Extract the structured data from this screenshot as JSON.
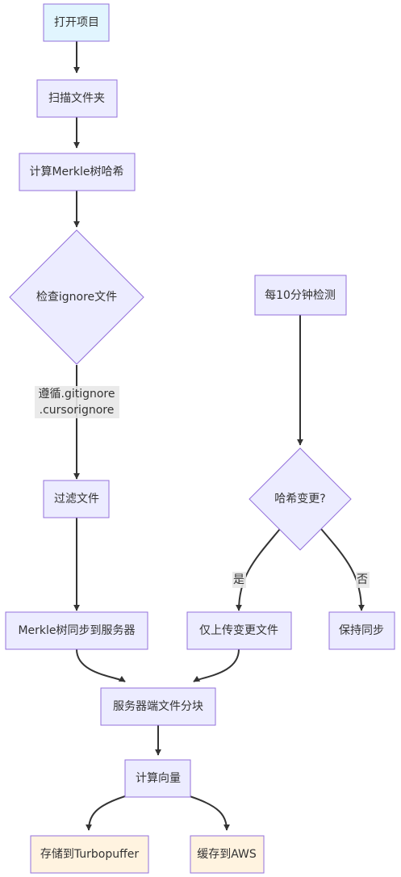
{
  "nodes": {
    "open_project": {
      "label": "打开项目"
    },
    "scan_folder": {
      "label": "扫描文件夹"
    },
    "compute_merkle": {
      "label": "计算Merkle树哈希"
    },
    "check_ignore": {
      "label": "检查ignore文件"
    },
    "filter_files": {
      "label": "过滤文件"
    },
    "merkle_sync": {
      "label": "Merkle树同步到服务器"
    },
    "server_chunk": {
      "label": "服务器端文件分块"
    },
    "compute_vectors": {
      "label": "计算向量"
    },
    "store_turbopuffer": {
      "label": "存储到Turbopuffer"
    },
    "cache_aws": {
      "label": "缓存到AWS"
    },
    "detect_every_10min": {
      "label": "每10分钟检测"
    },
    "hash_changed": {
      "label": "哈希变更?"
    },
    "upload_changed": {
      "label": "仅上传变更文件"
    },
    "keep_sync": {
      "label": "保持同步"
    }
  },
  "edge_labels": {
    "ignore_line1": "遵循.gitignore",
    "ignore_line2": ".cursorignore",
    "yes": "是",
    "no": "否"
  },
  "colors": {
    "start_fill": "#e1f5fe",
    "default_fill": "#ececff",
    "end_fill": "#fff3e0",
    "node_stroke": "#9370db",
    "edge": "#333333"
  }
}
